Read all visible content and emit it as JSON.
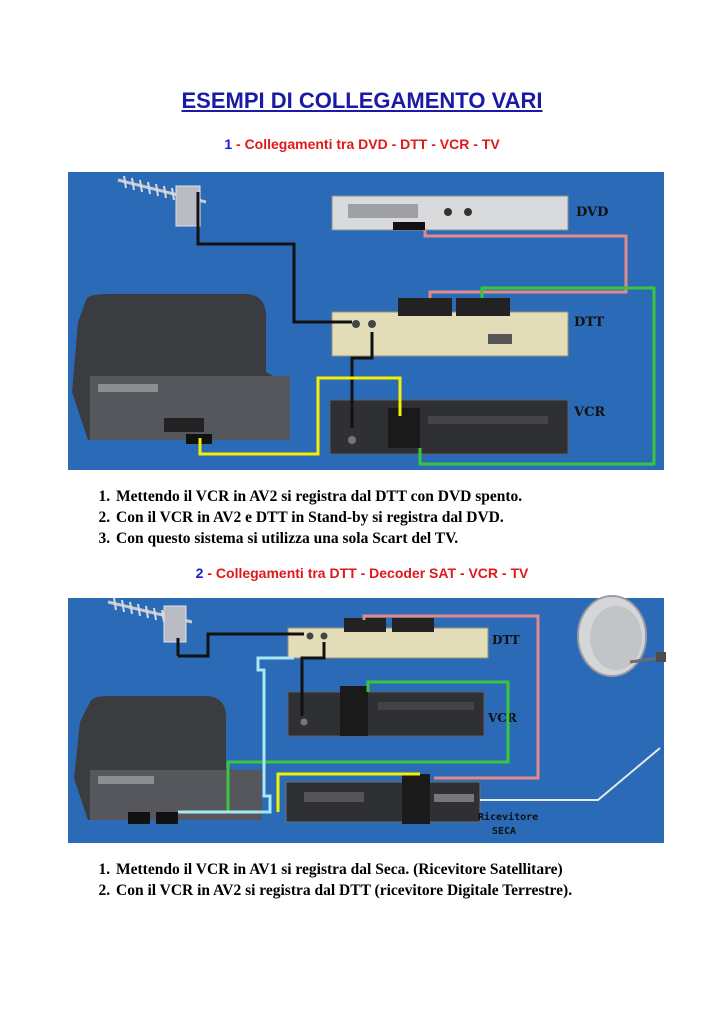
{
  "title": "ESEMPI DI COLLEGAMENTO VARI",
  "section1": {
    "number": "1",
    "separator": " - ",
    "heading": "Collegamenti tra  DVD - DTT - VCR - TV",
    "labels": {
      "dvd": "DVD",
      "dtt": "DTT",
      "vcr": "VCR"
    },
    "notes": [
      "Mettendo il VCR in AV2 si registra dal DTT con DVD spento.",
      "Con il VCR in AV2 e DTT in Stand-by si registra dal DVD.",
      "Con questo sistema si utilizza una sola Scart del TV."
    ]
  },
  "section2": {
    "number": "2",
    "separator": " - ",
    "heading": "Collegamenti tra  DTT - Decoder SAT - VCR - TV",
    "labels": {
      "dtt": "DTT",
      "vcr": "VCR",
      "receiver_line1": "Ricevitore",
      "receiver_line2": "SECA"
    },
    "notes": [
      "Mettendo il VCR in AV1 si registra dal Seca. (Ricevitore Satellitare)",
      "Con il VCR in AV2 si registra dal DTT (ricevitore Digitale Terrestre)."
    ]
  },
  "colors": {
    "title": "#1a1aa6",
    "heading_red": "#e01818",
    "number_blue": "#1a1ad6",
    "diagram_bg": "#2a6ab6",
    "cable_pink": "#e08a8a",
    "cable_green": "#3cc43c",
    "cable_yellow": "#f4f000",
    "cable_lightblue": "#a8e8f0",
    "cable_black": "#111111"
  },
  "icons": [
    "antenna-icon",
    "satellite-dish-icon",
    "tv-icon",
    "dvd-player-icon",
    "dtt-decoder-icon",
    "vcr-icon",
    "sat-receiver-icon"
  ]
}
